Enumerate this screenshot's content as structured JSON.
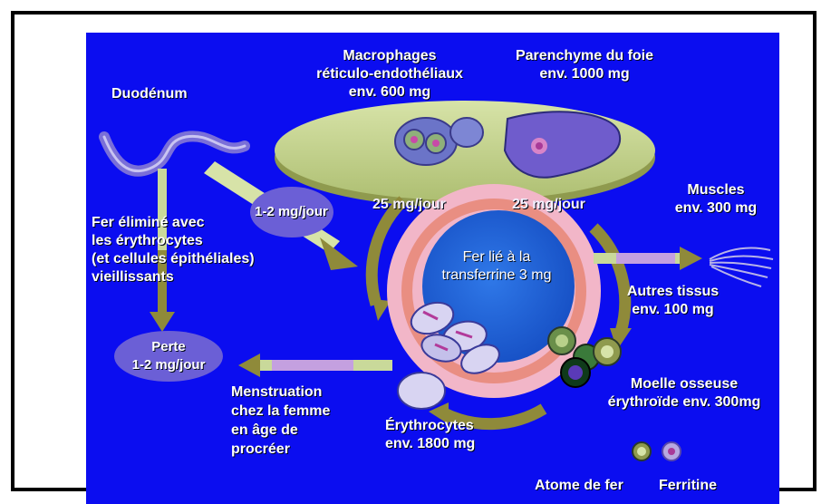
{
  "labels": {
    "duodenum": "Duodénum",
    "macrophages_1": "Macrophages",
    "macrophages_2": "réticulo-endothéliaux",
    "macrophages_3": "env. 600 mg",
    "parenchyme_1": "Parenchyme du foie",
    "parenchyme_2": "env. 1000 mg",
    "muscles_1": "Muscles",
    "muscles_2": "env. 300 mg",
    "fer_elimine_1": "Fer éliminé avec",
    "fer_elimine_2": "les érythrocytes",
    "fer_elimine_3": "(et cellules épithéliales)",
    "fer_elimine_4": "vieillissants",
    "absorption": "1-2 mg/jour",
    "flow_left": "25 mg/jour",
    "flow_right": "25 mg/jour",
    "transferrine_1": "Fer lié à la",
    "transferrine_2": "transferrine 3 mg",
    "autres_1": "Autres tissus",
    "autres_2": "env. 100 mg",
    "perte_1": "Perte",
    "perte_2": "1-2 mg/jour",
    "menstruation_1": "Menstruation",
    "menstruation_2": "chez la femme",
    "menstruation_3": "en âge de",
    "menstruation_4": "procréer",
    "moelle_1": "Moelle osseuse",
    "moelle_2": "érythroïde env. 300mg",
    "erythrocytes_1": "Érythrocytes",
    "erythrocytes_2": "env. 1800 mg",
    "legend_atome": "Atome de fer",
    "legend_ferritine": "Ferritine"
  },
  "colors": {
    "background": "#0b0df0",
    "organ_disc": "#c9d99a",
    "arrow": "#8f8a3a",
    "transferrin_pool": "#1f5fd6",
    "ring_pink": "#f2b6c8",
    "ring_salmon": "#e98e82",
    "bubble": "#6b5fd6"
  }
}
